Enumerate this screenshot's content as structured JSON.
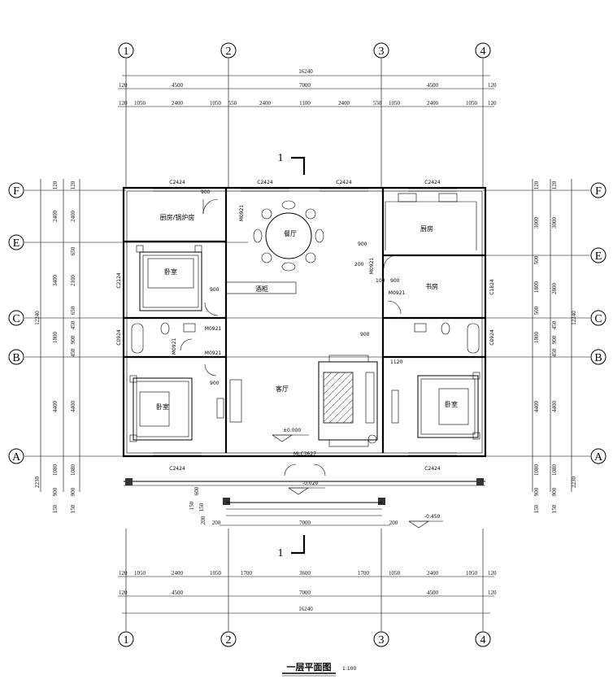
{
  "axes": {
    "vertical": [
      "1",
      "2",
      "3",
      "4"
    ],
    "horizontal": [
      "F",
      "E",
      "C",
      "B",
      "A"
    ]
  },
  "dims": {
    "total": "16240",
    "top_row2": [
      "120",
      "4500",
      "7000",
      "4500",
      "120"
    ],
    "top_row3": [
      "120",
      "1050",
      "2400",
      "1050",
      "550",
      "2400",
      "1100",
      "2400",
      "550",
      "1050",
      "2400",
      "1050",
      "120"
    ],
    "bottom_row1": [
      "120",
      "1050",
      "2400",
      "1050",
      "1700",
      "3600",
      "1700",
      "1050",
      "2400",
      "1050",
      "120"
    ],
    "bottom_row2": [
      "120",
      "4500",
      "7000",
      "4500",
      "120"
    ],
    "porch": [
      "200",
      "7000",
      "200"
    ],
    "left_outer": [
      "120",
      "2400",
      "3400",
      "1800",
      "4400",
      "1080",
      "900",
      "150"
    ],
    "left_inner": [
      "120",
      "2400",
      "650",
      "2100",
      "650",
      "450",
      "900",
      "450",
      "4400",
      "1080",
      "900",
      "150"
    ],
    "left_total": "12240",
    "left_bottom": "2230",
    "right_outer": [
      "120",
      "3000",
      "2800",
      "1800",
      "4400",
      "1080",
      "900",
      "150"
    ],
    "right_inner": [
      "120",
      "3000",
      "500",
      "1800",
      "500",
      "450",
      "900",
      "450",
      "4400",
      "1080",
      "900",
      "150"
    ],
    "right_total": "12240",
    "right_bottom": "2230",
    "porch_vertical": [
      "150",
      "600",
      "150",
      "200"
    ]
  },
  "windows": {
    "top": [
      "C2424",
      "C2424",
      "C2424",
      "C2424"
    ],
    "bottom": [
      "C2424",
      "C2424"
    ],
    "left": [
      "C2124",
      "C0924"
    ],
    "right": [
      "C1824",
      "C0924"
    ]
  },
  "doors": [
    "M0921",
    "M0921",
    "M0921",
    "M0921",
    "M0921",
    "M0921",
    "MLC3627"
  ],
  "door_dims": [
    "900",
    "900",
    "900",
    "900",
    "900",
    "900",
    "1120",
    "100",
    "200"
  ],
  "rooms": {
    "boiler": "厨房/锅炉房",
    "dining": "餐厅",
    "kitchen": "厨房",
    "bedroom_upper": "卧室",
    "wine": "酒柜",
    "study": "书房",
    "living": "客厅",
    "bedroom_left": "卧室",
    "bedroom_right": "卧室"
  },
  "elevations": {
    "floor": "±0.000",
    "porch": "-0.020",
    "ground": "-0.450"
  },
  "section_mark": "1",
  "title": "一层平面图",
  "scale": "1:100"
}
